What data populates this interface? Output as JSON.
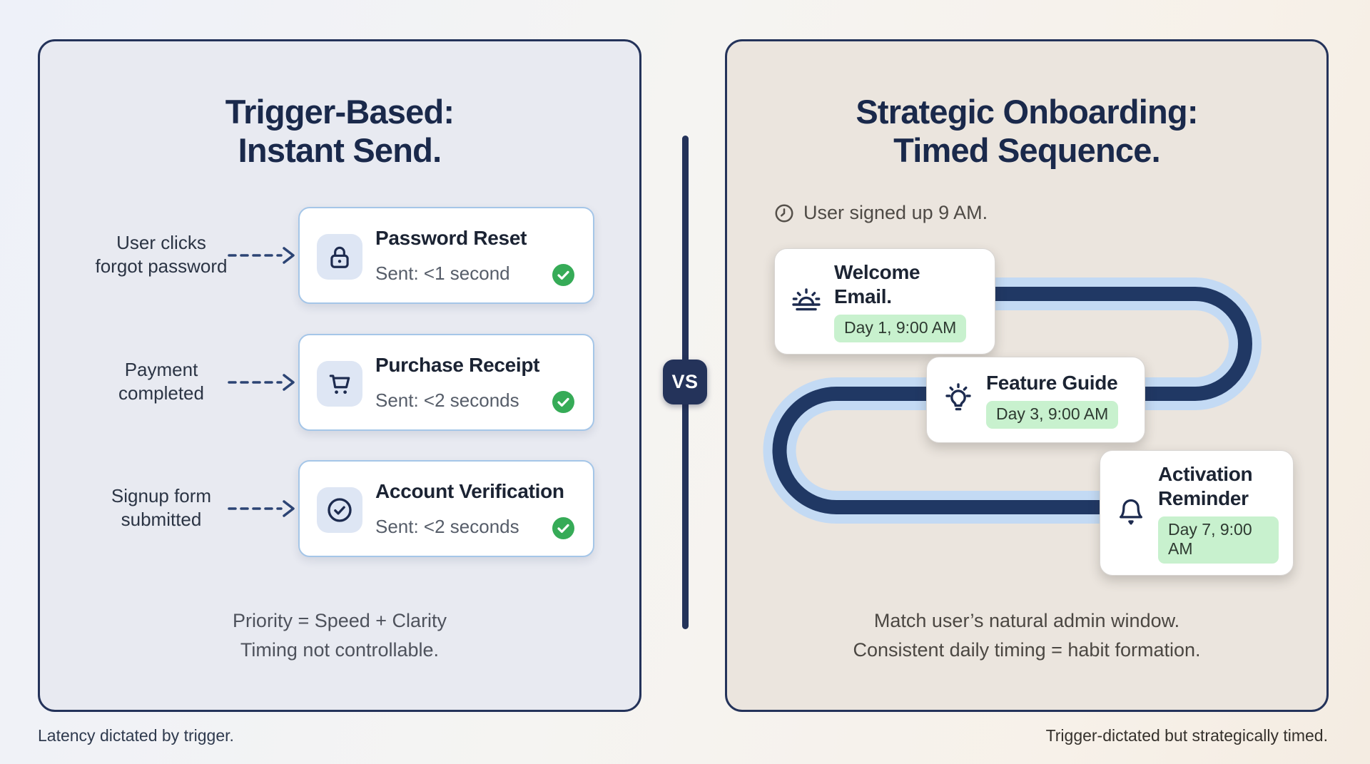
{
  "left_panel": {
    "title": [
      "Trigger-Based:",
      "Instant Send."
    ],
    "triggers": [
      {
        "label": [
          "User clicks",
          "forgot password"
        ],
        "icon": "lock-icon",
        "card_title": "Password Reset",
        "card_status": "Sent: <1 second"
      },
      {
        "label": [
          "Payment",
          "completed"
        ],
        "icon": "cart-icon",
        "card_title": "Purchase Receipt",
        "card_status": "Sent: <2 seconds"
      },
      {
        "label": [
          "Signup form",
          "submitted"
        ],
        "icon": "check-circle-icon",
        "card_title": "Account Verification",
        "card_status": "Sent: <2 seconds"
      }
    ],
    "summary": [
      "Priority = Speed + Clarity",
      "Timing not controllable."
    ],
    "footnote": "Latency dictated by trigger."
  },
  "vs_label": "VS",
  "right_panel": {
    "title": [
      "Strategic Onboarding:",
      "Timed Sequence."
    ],
    "signup_note": "User signed up 9 AM.",
    "steps": [
      {
        "title": "Welcome Email.",
        "badge": "Day 1, 9:00 AM",
        "icon": "sunrise-icon"
      },
      {
        "title": "Feature Guide",
        "badge": "Day 3, 9:00 AM",
        "icon": "bulb-icon"
      },
      {
        "title": "Activation Reminder",
        "badge": "Day 7, 9:00 AM",
        "icon": "bell-icon"
      }
    ],
    "summary": [
      "Match user’s natural admin window.",
      "Consistent daily timing = habit formation."
    ],
    "footnote": "Trigger-dictated but strategically timed."
  },
  "colors": {
    "navy": "#24335a",
    "title_navy": "#1a294b",
    "snake_dark": "#203864",
    "snake_light": "#c3daf4",
    "check_green": "#36ab57",
    "pill_green": "#c8f1ce",
    "card_border_blue": "#a5c6e8",
    "chip_blue": "#dee6f4",
    "panel_left_bg": "#e8eaf1",
    "panel_right_bg": "#ebe5de"
  }
}
